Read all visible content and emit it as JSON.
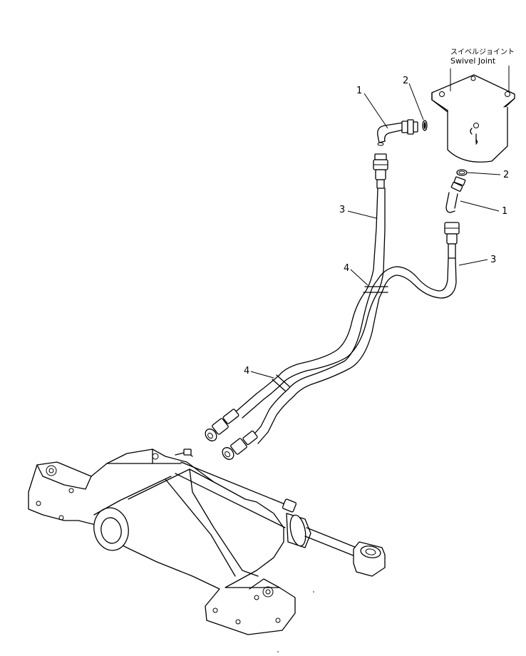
{
  "component_label": {
    "japanese": "スイベルジョイント",
    "english": "Swivel Joint"
  },
  "callouts": [
    {
      "id": "callout-1-left",
      "number": "1"
    },
    {
      "id": "callout-2-top",
      "number": "2"
    },
    {
      "id": "callout-2-right",
      "number": "2"
    },
    {
      "id": "callout-1-right",
      "number": "1"
    },
    {
      "id": "callout-3-left",
      "number": "3"
    },
    {
      "id": "callout-3-right",
      "number": "3"
    },
    {
      "id": "callout-4-upper",
      "number": "4"
    },
    {
      "id": "callout-4-lower",
      "number": "4"
    }
  ]
}
